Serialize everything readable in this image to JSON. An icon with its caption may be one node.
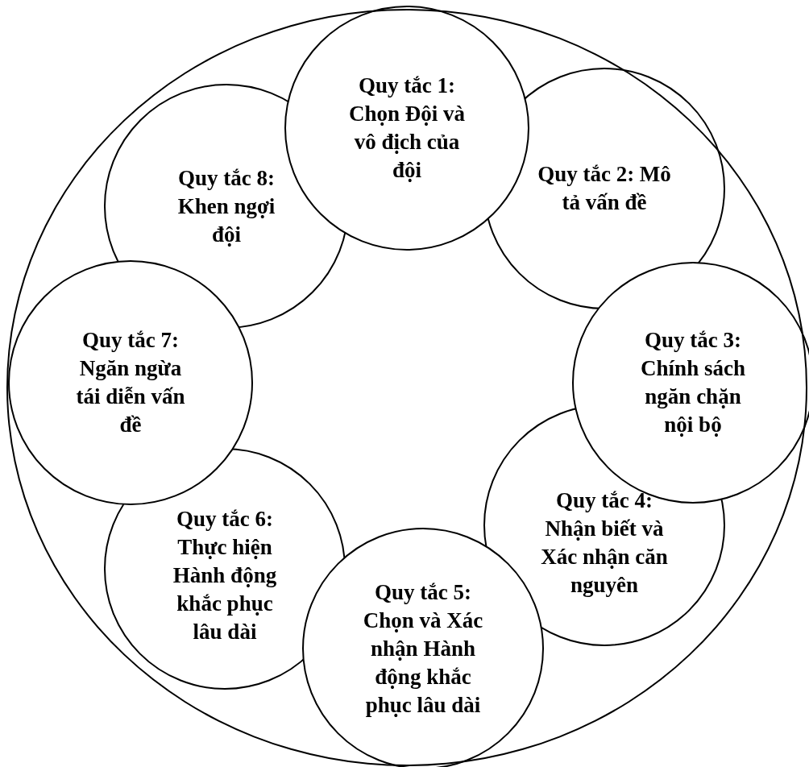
{
  "diagram": {
    "nodes": [
      {
        "text": [],
        "shape": "circle"
      },
      {
        "text": [
          "Quy tắc 1: Chọn Đội và vô địch của đội"
        ],
        "in": 0
      },
      {
        "text": [
          "Quy tắc 2: Mô tả vấn đề"
        ],
        "in": 0
      },
      {
        "text": [
          "Quy tắc 3: Chính sách ngăn chặn nội bộ"
        ],
        "in": 0
      },
      {
        "text": [
          "Quy tắc 4: Nhận biết và Xác nhận căn nguyên"
        ],
        "in": 0
      },
      {
        "text": [
          "Quy tắc 5: Chọn và Xác nhận Hành động khắc phục lâu dài"
        ],
        "in": 0
      },
      {
        "text": [
          "Quy tắc 6: Thực hiện Hành động khắc phục lâu dài"
        ],
        "in": 0
      },
      {
        "text": [
          "Quy tắc 7: Ngăn ngừa tái diễn vấn đề"
        ],
        "in": 0
      },
      {
        "text": [
          "Quy tắc 8: Khen ngợi đội"
        ],
        "in": 0
      }
    ]
  }
}
